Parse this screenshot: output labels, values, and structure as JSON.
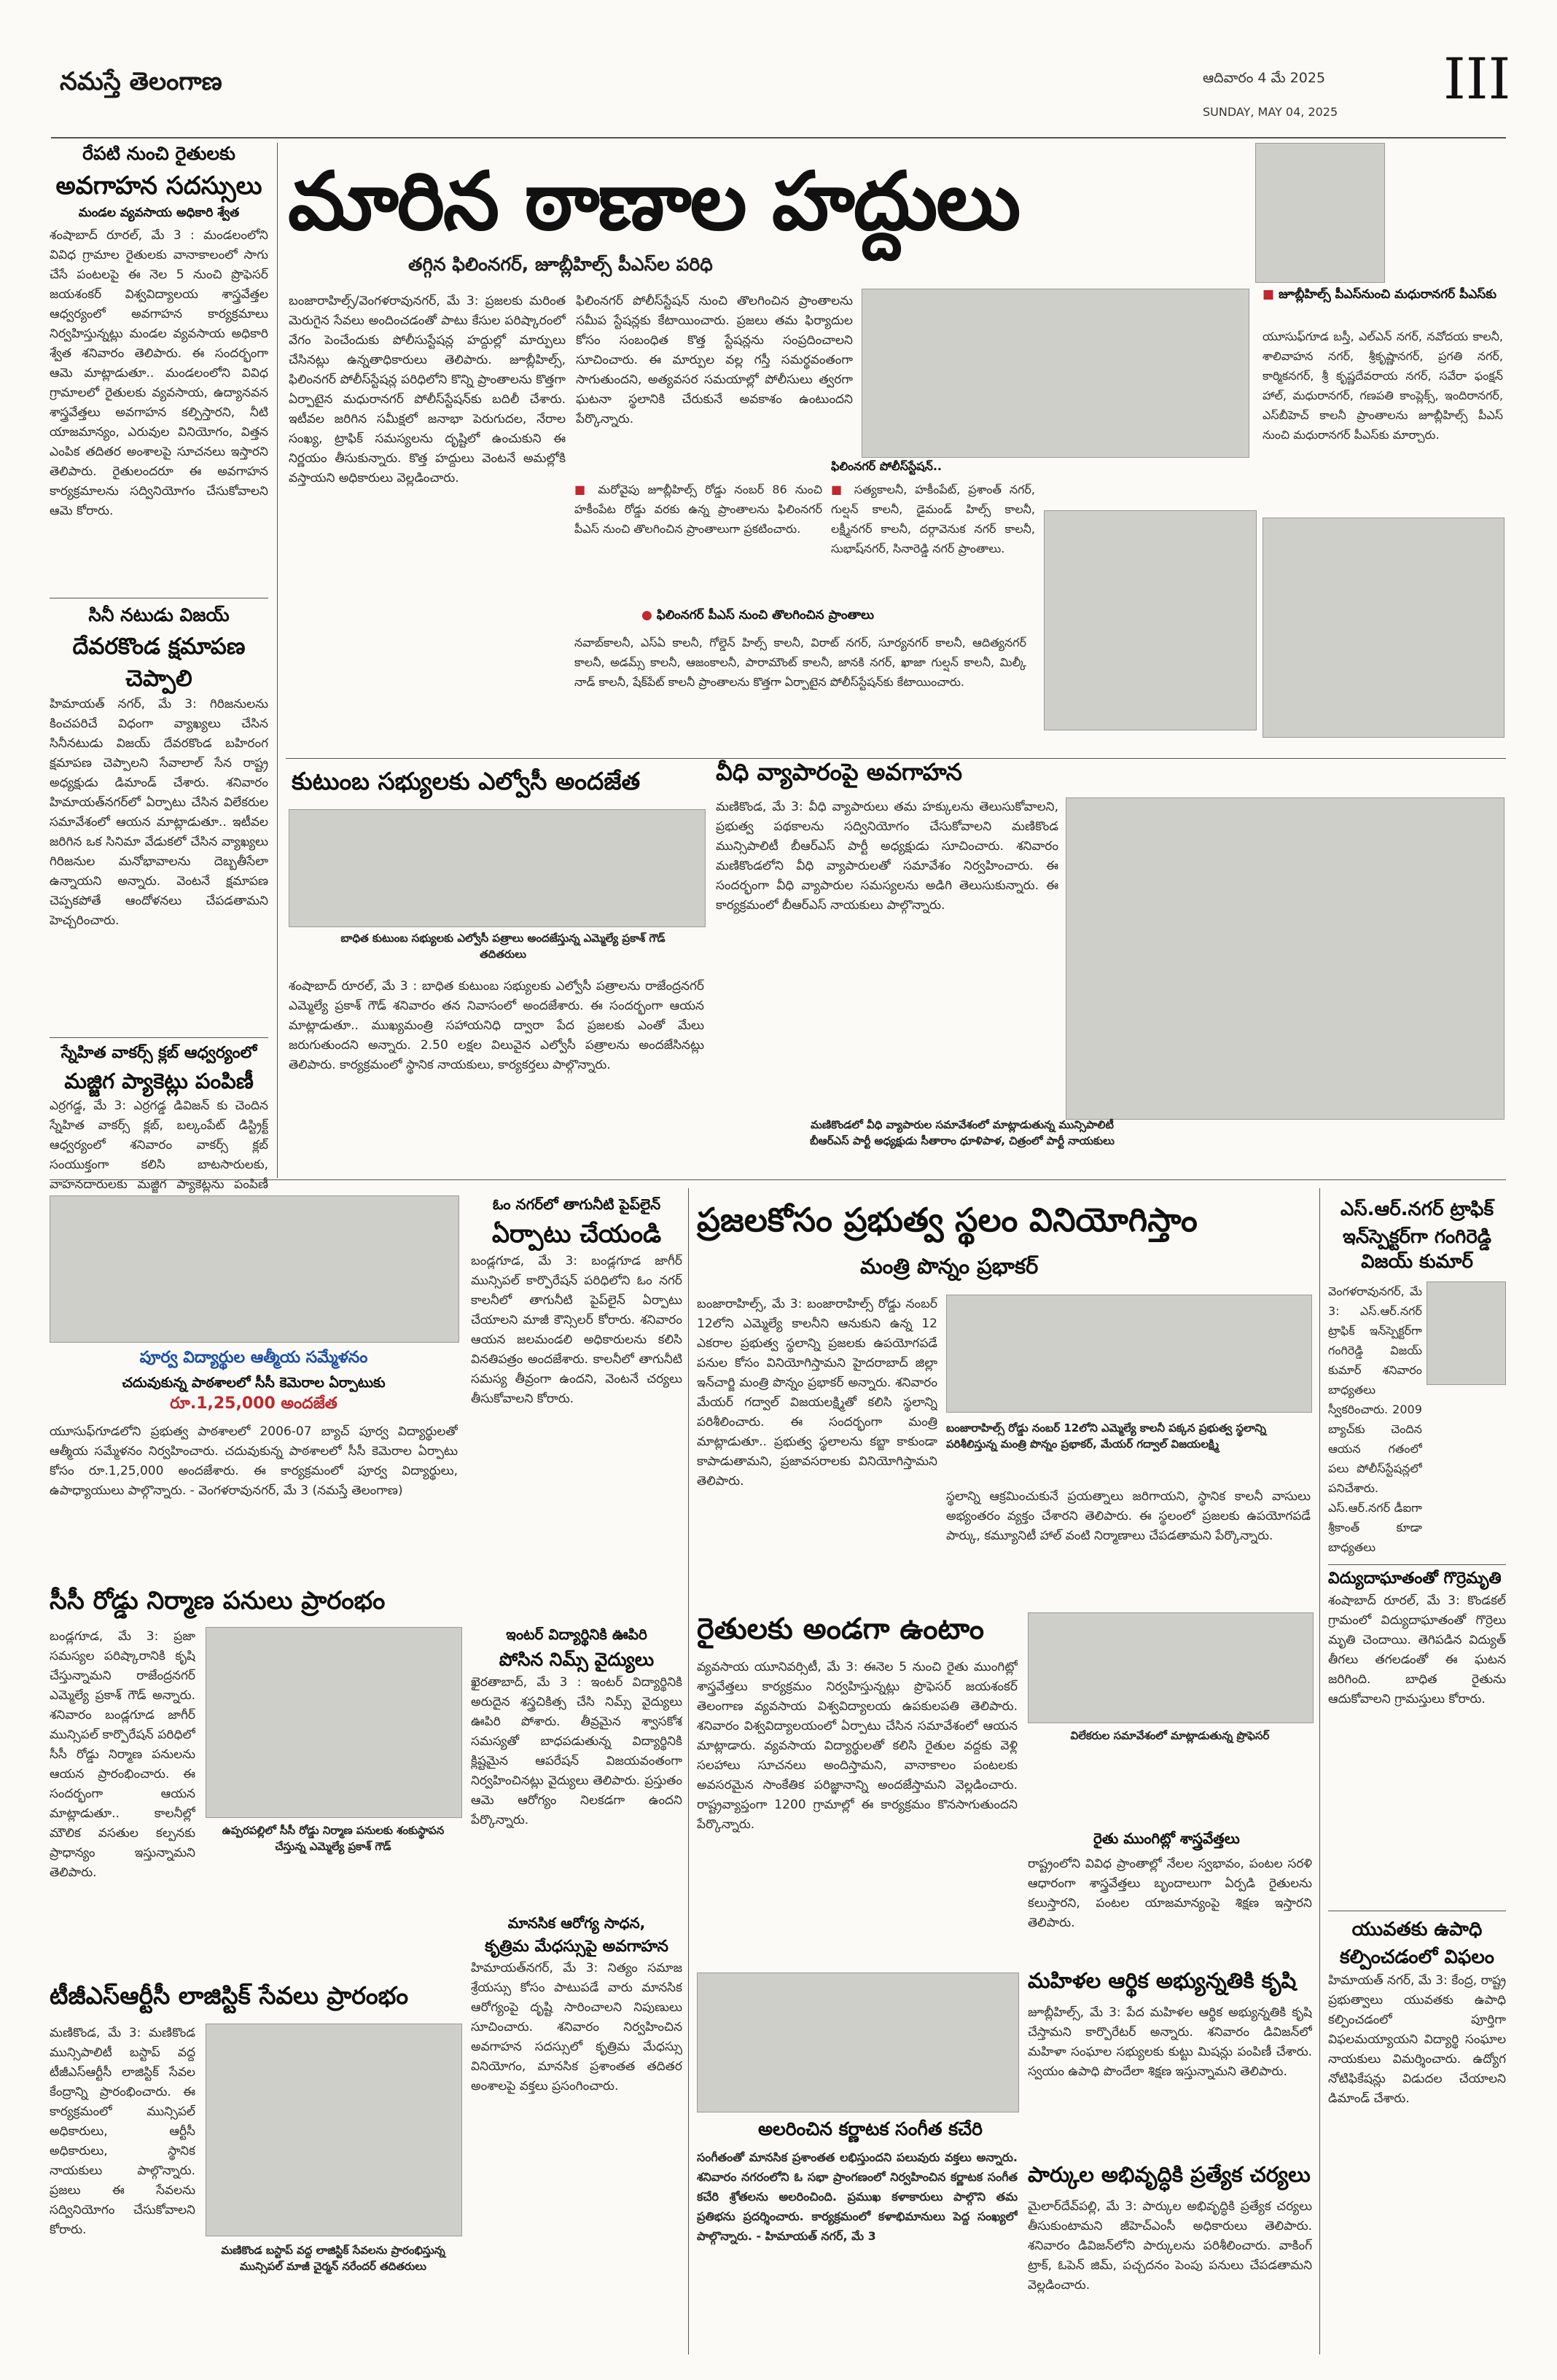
{
  "masthead": {
    "paper": "నమస్తే తెలంగాణ",
    "date_te": "ఆదివారం  4 మే 2025",
    "date_en": "SUNDAY, MAY 04, 2025",
    "page": "III"
  },
  "lead": {
    "headline": "మారిన ఠాణాల హద్దులు",
    "subhead": "తగ్గిన ఫిలింనగర్, జూబ్లీహిల్స్ పీఎస్‌ల పరిధి",
    "body": "బంజారాహిల్స్/వెంగళరావునగర్, మే 3: ప్రజలకు మరింత మెరుగైన సేవలు అందించడంతో పాటు కేసుల పరిష్కారంలో వేగం పెంచేందుకు పోలీసుస్టేషన్ల హద్దుల్లో మార్పులు చేసినట్లు ఉన్నతాధికారులు తెలిపారు. జూబ్లీహిల్స్, ఫిలింనగర్ పోలీస్‌స్టేషన్ల పరిధిలోని కొన్ని ప్రాంతాలను కొత్తగా ఏర్పాటైన మధురానగర్ పోలీస్‌స్టేషన్‌కు బదిలీ చేశారు. ఇటీవల జరిగిన సమీక్షలో జనాభా పెరుగుదల, నేరాల సంఖ్య, ట్రాఫిక్ సమస్యలను దృష్టిలో ఉంచుకుని ఈ నిర్ణయం తీసుకున్నారు. కొత్త హద్దులు వెంటనే అమల్లోకి వస్తాయని అధికారులు వెల్లడించారు.",
    "body2": "ఫిలింనగర్ పోలీస్‌స్టేషన్ నుంచి తొలగించిన ప్రాంతాలను సమీప స్టేషన్లకు కేటాయించారు. ప్రజలు తమ ఫిర్యాదుల కోసం సంబంధిత కొత్త స్టేషన్లను సంప్రదించాలని సూచించారు. ఈ మార్పుల వల్ల గస్తీ సమర్థవంతంగా సాగుతుందని, అత్యవసర సమయాల్లో పోలీసులు త్వరగా ఘటనా స్థలానికి చేరుకునే అవకాశం ఉంటుందని పేర్కొన్నారు.",
    "box_left_title": "ఫిలింనగర్ పోలీస్‌స్టేషన్..",
    "box_left": "మరోవైపు జూబ్లీహిల్స్ రోడ్డు నంబర్ 86 నుంచి హకీంపేట రోడ్డు వరకు ఉన్న ప్రాంతాలను ఫిలింనగర్ పీఎస్ నుంచి తొలగించిన ప్రాంతాలుగా ప్రకటించారు.",
    "box_mid": "సత్యకాలనీ, హకీంపేట్, ప్రశాంత్ నగర్, గుల్షన్ కాలనీ, డైమండ్ హిల్స్ కాలనీ, లక్ష్మీనగర్ కాలనీ, దర్గావెనుక నగర్ కాలనీ, సుభాష్‌నగర్, సినారెడ్డి నగర్ ప్రాంతాలు.",
    "box_mid2_title": "ఫిలింనగర్ పీఎస్ నుంచి తొలగించిన ప్రాంతాలు",
    "box_mid2": "నవాబ్‌కాలనీ, ఎస్‌ఏ కాలనీ, గోల్డెన్ హిల్స్ కాలనీ, విరాట్ నగర్, సూర్యనగర్ కాలనీ, ఆదిత్యనగర్ కాలనీ, అడమ్స్ కాలనీ, ఆజంకాలనీ, పారామౌంట్ కాలనీ, జానకి నగర్, ఖాజా గుల్షన్ కాలనీ, మిల్కీ నాడ్ కాలనీ, షేక్‌పేట్ కాలనీ ప్రాంతాలను కొత్తగా ఏర్పాటైన పోలీస్‌స్టేషన్‌కు కేటాయించారు.",
    "box_right_title": "జూబ్లీహిల్స్ పీఎస్‌నుంచి మధురానగర్ పీఎస్‌కు",
    "box_right": "యూసుఫ్‌గూడ బస్తీ, ఎల్ఎన్ నగర్, నవోదయ కాలనీ, శాలివాహన నగర్, శ్రీకృష్ణానగర్, ప్రగతి నగర్, కార్మికనగర్, శ్రీ కృష్ణదేవరాయ నగర్, సవేరా ఫంక్షన్ హాల్, మధురానగర్, గణపతి కాంప్లెక్స్, ఇందిరానగర్, ఎస్‌బీహెచ్ కాలనీ ప్రాంతాలను జూబ్లీహిల్స్ పీఎస్ నుంచి మధురానగర్ పీఎస్‌కు మార్చారు."
  },
  "left_column": [
    {
      "kicker": "రేపటి నుంచి రైతులకు",
      "head": "అవగాహన సదస్సులు",
      "sub": "మండల వ్యవసాయ అధికారి శ్వేత",
      "body": "శంషాబాద్ రూరల్, మే 3 : మండలంలోని వివిధ గ్రామాల రైతులకు వానాకాలంలో సాగు చేసే పంటలపై ఈ నెల 5 నుంచి ప్రొఫెసర్ జయశంకర్ విశ్వవిద్యాలయ శాస్త్రవేత్తల ఆధ్వర్యంలో అవగాహన కార్యక్రమాలు నిర్వహిస్తున్నట్లు మండల వ్యవసాయ అధికారి శ్వేత శనివారం తెలిపారు. ఈ సందర్భంగా ఆమె మాట్లాడుతూ.. మండలంలోని వివిధ గ్రామాలలో రైతులకు వ్యవసాయ, ఉద్యానవన శాస్త్రవేత్తలు అవగాహన కల్పిస్తారని, నీటి యాజమాన్యం, ఎరువుల వినియోగం, విత్తన ఎంపిక తదితర అంశాలపై సూచనలు ఇస్తారని తెలిపారు. రైతులందరూ ఈ అవగాహన కార్యక్రమాలను సద్వినియోగం చేసుకోవాలని ఆమె కోరారు."
    },
    {
      "kicker": "సినీ నటుడు విజయ్",
      "head": "దేవరకొండ క్షమాపణ చెప్పాలి",
      "body": "హిమాయత్ నగర్, మే 3: గిరిజనులను కించపరిచే విధంగా వ్యాఖ్యలు చేసిన సినీనటుడు విజయ్ దేవరకొండ బహిరంగ క్షమాపణ చెప్పాలని సేవాలాల్ సేన రాష్ట్ర అధ్యక్షుడు డిమాండ్ చేశారు. శనివారం హిమాయత్‌నగర్‌లో ఏర్పాటు చేసిన విలేకరుల సమావేశంలో ఆయన మాట్లాడుతూ.. ఇటీవల జరిగిన ఒక సినిమా వేడుకలో చేసిన వ్యాఖ్యలు గిరిజనుల మనోభావాలను దెబ్బతీసేలా ఉన్నాయని అన్నారు. వెంటనే క్షమాపణ చెప్పకపోతే ఆందోళనలు చేపడతామని హెచ్చరించారు."
    },
    {
      "kicker": "స్నేహిత వాకర్స్ క్లబ్ ఆధ్వర్యంలో",
      "head": "మజ్జిగ ప్యాకెట్లు పంపిణీ",
      "body": "ఎర్రగడ్డ, మే 3: ఎర్రగడ్డ డివిజన్ కు చెందిన స్నేహిత వాకర్స్ క్లబ్, బల్కంపేట్ డిస్ట్రిక్ట్ ఆధ్వర్యంలో శనివారం వాకర్స్ క్లబ్ సంయుక్తంగా కలిసి బాటసారులకు, వాహనదారులకు మజ్జిగ ప్యాకెట్లను పంపిణీ చేశారు. ఈ కార్యక్రమంలో క్లబ్ సభ్యులు, స్థానిక నాయకులు పాల్గొన్నారు. వేసవి తాపం నుంచి ఉపశమనం కలిగించేందుకు ఈ కార్యక్రమాన్ని చేపట్టినట్లు నిర్వాహకులు తెలిపారు."
    }
  ],
  "kutumba": {
    "head": "కుటుంబ సభ్యులకు ఎల్వోసీ అందజేత",
    "caption": "బాధిత కుటుంబ సభ్యులకు ఎల్వోసీ పత్రాలు అందజేస్తున్న ఎమ్మెల్యే ప్రకాశ్ గౌడ్ తదితరులు",
    "body": "శంషాబాద్ రూరల్, మే 3 : బాధిత కుటుంబ సభ్యులకు ఎల్వోసీ పత్రాలను రాజేంద్రనగర్ ఎమ్మెల్యే ప్రకాశ్ గౌడ్ శనివారం తన నివాసంలో అందజేశారు. ఈ సందర్భంగా ఆయన మాట్లాడుతూ.. ముఖ్యమంత్రి సహాయనిధి ద్వారా పేద ప్రజలకు ఎంతో మేలు జరుగుతుందని అన్నారు. 2.50 లక్షల విలువైన ఎల్వోసీ పత్రాలను అందజేసినట్లు తెలిపారు. కార్యక్రమంలో స్థానిక నాయకులు, కార్యకర్తలు పాల్గొన్నారు."
  },
  "vendor": {
    "head": "వీధి వ్యాపారంపై అవగాహన",
    "body": "మణికొండ, మే 3: వీధి వ్యాపారులు తమ హక్కులను తెలుసుకోవాలని, ప్రభుత్వ పథకాలను సద్వినియోగం చేసుకోవాలని మణికొండ మున్సిపాలిటీ బీఆర్ఎస్ పార్టీ అధ్యక్షుడు సూచించారు. శనివారం మణికొండలోని వీధి వ్యాపారులతో సమావేశం నిర్వహించారు. ఈ సందర్భంగా వీధి వ్యాపారుల సమస్యలను అడిగి తెలుసుకున్నారు. ఈ కార్యక్రమంలో బీఆర్ఎస్ నాయకులు పాల్గొన్నారు.",
    "caption": "మణికొండలో వీధి వ్యాపారుల సమావేశంలో మాట్లాడుతున్న మున్సిపాలిటీ బీఆర్ఎస్ పార్టీ అధ్యక్షుడు సీతారాం ధూళిపాళ, చిత్రంలో పార్టీ నాయకులు"
  },
  "om_nagar": {
    "kicker": "ఓం నగర్‌లో తాగునీటి పైప్‌లైన్",
    "head": "ఏర్పాటు చేయండి",
    "body": "బండ్లగూడ, మే 3: బండ్లగూడ జాగీర్ మున్సిపల్ కార్పొరేషన్ పరిధిలోని ఓం నగర్ కాలనీలో తాగునీటి పైప్‌లైన్ ఏర్పాటు చేయాలని మాజీ కౌన్సిలర్ కోరారు. శనివారం ఆయన జలమండలి అధికారులను కలిసి వినతిపత్రం అందజేశారు. కాలనీలో తాగునీటి సమస్య తీవ్రంగా ఉందని, వెంటనే చర్యలు తీసుకోవాలని కోరారు."
  },
  "inter": {
    "kicker": "ఇంటర్ విద్యార్థినికి ఊపిరి",
    "head": "పోసిన నిమ్స్ వైద్యులు",
    "body": "ఖైరతాబాద్, మే 3 : ఇంటర్ విద్యార్థినికి అరుదైన శస్త్రచికిత్స చేసి నిమ్స్ వైద్యులు ఊపిరి పోశారు. తీవ్రమైన శ్వాసకోశ సమస్యతో బాధపడుతున్న విద్యార్థినికి క్లిష్టమైన ఆపరేషన్ విజయవంతంగా నిర్వహించినట్లు వైద్యులు తెలిపారు. ప్రస్తుతం ఆమె ఆరోగ్యం నిలకడగా ఉందని పేర్కొన్నారు."
  },
  "manasika": {
    "kicker": "మానసిక ఆరోగ్య సాధన,",
    "head": "కృత్రిమ మేధస్సుపై అవగాహన",
    "body": "హిమాయత్‌నగర్, మే 3: నిత్యం సమాజ శ్రేయస్సు కోసం పాటుపడే వారు మానసిక ఆరోగ్యంపై దృష్టి సారించాలని నిపుణులు సూచించారు. శనివారం నిర్వహించిన అవగాహన సదస్సులో కృత్రిమ మేధస్సు వినియోగం, మానసిక ప్రశాంతత తదితర అంశాలపై వక్తలు ప్రసంగించారు."
  },
  "praja": {
    "head": "ప్రజలకోసం ప్రభుత్వ స్థలం వినియోగిస్తాం",
    "sub": "మంత్రి పొన్నం ప్రభాకర్",
    "body": "బంజారాహిల్స్, మే 3: బంజారాహిల్స్ రోడ్డు నంబర్ 12లోని ఎమ్మెల్యే కాలనీని ఆనుకుని ఉన్న 12 ఎకరాల ప్రభుత్వ స్థలాన్ని ప్రజలకు ఉపయోగపడే పనుల కోసం వినియోగిస్తామని హైదరాబాద్ జిల్లా ఇన్‌చార్జి మంత్రి పొన్నం ప్రభాకర్ అన్నారు. శనివారం మేయర్ గద్వాల్ విజయలక్ష్మితో కలిసి స్థలాన్ని పరిశీలించారు. ఈ సందర్భంగా మంత్రి మాట్లాడుతూ.. ప్రభుత్వ స్థలాలను కబ్జా కాకుండా కాపాడుతామని, ప్రజావసరాలకు వినియోగిస్తామని తెలిపారు.",
    "caption": "బంజారాహిల్స్ రోడ్డు నంబర్ 12లోని ఎమ్మెల్యే కాలనీ పక్కన ప్రభుత్వ స్థలాన్ని పరిశీలిస్తున్న మంత్రి పొన్నం ప్రభాకర్, మేయర్ గద్వాల్ విజయలక్ష్మి",
    "body2": "స్థలాన్ని ఆక్రమించుకునే ప్రయత్నాలు జరిగాయని, స్థానిక కాలనీ వాసులు అభ్యంతరం వ్యక్తం చేశారని తెలిపారు. ఈ స్థలంలో ప్రజలకు ఉపయోగపడే పార్కు, కమ్యూనిటీ హాల్ వంటి నిర్మాణాలు చేపడతామని పేర్కొన్నారు."
  },
  "rythu": {
    "head": "రైతులకు అండగా ఉంటాం",
    "body": "వ్యవసాయ యూనివర్సిటీ, మే 3: ఈనెల 5 నుంచి రైతు ముంగిట్లో శాస్త్రవేత్తలు కార్యక్రమం నిర్వహిస్తున్నట్లు ప్రొఫెసర్ జయశంకర్ తెలంగాణ వ్యవసాయ విశ్వవిద్యాలయ ఉపకులపతి తెలిపారు. శనివారం విశ్వవిద్యాలయంలో ఏర్పాటు చేసిన సమావేశంలో ఆయన మాట్లాడారు. వ్యవసాయ విద్యార్థులతో కలిసి రైతుల వద్దకు వెళ్లి సలహాలు సూచనలు అందిస్తామని, వానాకాలం పంటలకు అవసరమైన సాంకేతిక పరిజ్ఞానాన్ని అందజేస్తామని వెల్లడించారు. రాష్ట్రవ్యాప్తంగా 1200 గ్రామాల్లో ఈ కార్యక్రమం కొనసాగుతుందని పేర్కొన్నారు.",
    "caption": "విలేకరుల సమావేశంలో మాట్లాడుతున్న ప్రొఫెసర్",
    "sub2": "రైతు ముంగిట్లో శాస్త్రవేత్తలు",
    "body2": "రాష్ట్రంలోని వివిధ ప్రాంతాల్లో నేలల స్వభావం, పంటల సరళి ఆధారంగా శాస్త్రవేత్తలు బృందాలుగా ఏర్పడి రైతులను కలుస్తారని, పంటల యాజమాన్యంపై శిక్షణ ఇస్తారని తెలిపారు."
  },
  "sisi": {
    "head": "సీసీ రోడ్డు నిర్మాణ పనులు ప్రారంభం",
    "body": "బండ్లగూడ, మే 3: ప్రజా సమస్యల పరిష్కారానికి కృషి చేస్తున్నామని రాజేంద్రనగర్ ఎమ్మెల్యే ప్రకాశ్ గౌడ్ అన్నారు. శనివారం బండ్లగూడ జాగీర్ మున్సిపల్ కార్పొరేషన్ పరిధిలో సీసీ రోడ్డు నిర్మాణ పనులను ఆయన ప్రారంభించారు. ఈ సందర్భంగా ఆయన మాట్లాడుతూ.. కాలనీల్లో మౌలిక వసతుల కల్పనకు ప్రాధాన్యం ఇస్తున్నామని తెలిపారు.",
    "caption": "ఉప్పరపల్లిలో సీసీ రోడ్డు నిర్మాణ పనులకు శంకుస్థాపన చేస్తున్న ఎమ్మెల్యే ప్రకాశ్ గౌడ్"
  },
  "tgsrtc": {
    "head": "టీజీఎస్ఆర్టీసీ లాజిస్టిక్ సేవలు ప్రారంభం",
    "body": "మణికొండ, మే 3: మణికొండ మున్సిపాలిటీ బస్టాప్ వద్ద టీజీఎస్ఆర్టీసీ లాజిస్టిక్ సేవల కేంద్రాన్ని ప్రారంభించారు. ఈ కార్యక్రమంలో మున్సిపల్ అధికారులు, ఆర్టీసీ అధికారులు, స్థానిక నాయకులు పాల్గొన్నారు. ప్రజలు ఈ సేవలను సద్వినియోగం చేసుకోవాలని కోరారు.",
    "caption": "మణికొండ బస్టాప్ వద్ద లాజిస్టిక్ సేవలను ప్రారంభిస్తున్న మున్సిపల్ మాజీ చైర్మన్ నరేందర్ తదితరులు"
  },
  "alumni": {
    "line1": "పూర్వ విద్యార్థుల ఆత్మీయ సమ్మేళనం",
    "line2": "చదువుకున్న పాఠశాలలో సీసీ కెమెరాల ఏర్పాటుకు",
    "line3": "రూ.1,25,000 అందజేత",
    "body": "యూసుఫ్‌గూడలోని ప్రభుత్వ పాఠశాలలో 2006-07 బ్యాచ్ పూర్వ విద్యార్థులతో ఆత్మీయ సమ్మేళనం నిర్వహించారు. చదువుకున్న పాఠశాలలో సీసీ కెమెరాల ఏర్పాటు కోసం రూ.1,25,000 అందజేశారు. ఈ కార్యక్రమంలో పూర్వ విద్యార్థులు, ఉపాధ్యాయులు పాల్గొన్నారు. - వెంగళరావునగర్, మే 3 (నమస్తే తెలంగాణ)"
  },
  "karnataka": {
    "head": "అలరించిన కర్ణాటక సంగీత కచేరి",
    "body": "సంగీతంతో మానసిక ప్రశాంతత లభిస్తుందని పలువురు వక్తలు అన్నారు. శనివారం నగరంలోని ఓ సభా ప్రాంగణంలో నిర్వహించిన కర్ణాటక సంగీత కచేరి శ్రోతలను అలరించింది. ప్రముఖ కళాకారులు పాల్గొని తమ ప్రతిభను ప్రదర్శించారు. కార్యక్రమంలో కళాభిమానులు పెద్ద సంఖ్యలో పాల్గొన్నారు. - హిమాయత్ నగర్, మే 3"
  },
  "sr_nagar": {
    "head": "ఎస్.ఆర్.నగర్ ట్రాఫిక్ ఇన్‌స్పెక్టర్‌గా గంగిరెడ్డి",
    "sub": "విజయ్ కుమార్",
    "body": "వెంగళరావునగర్, మే 3: ఎస్.ఆర్.నగర్ ట్రాఫిక్ ఇన్‌స్పెక్టర్‌గా గంగిరెడ్డి విజయ్ కుమార్ శనివారం బాధ్యతలు స్వీకరించారు. 2009 బ్యాచ్‌కు చెందిన ఆయన గతంలో పలు పోలీస్‌స్టేషన్లలో పనిచేశారు. ఎస్.ఆర్.నగర్ డీఐగా శ్రీకాంత్ కూడా బాధ్యతలు స్వీకరించారు."
  },
  "vidyut": {
    "head": "విద్యుదాఘాతంతో గొర్రెమృతి",
    "body": "శంషాబాద్ రూరల్, మే 3: కొండకల్ గ్రామంలో విద్యుదాఘాతంతో గొర్రెలు మృతి చెందాయి. తెగిపడిన విద్యుత్ తీగలు తగలడంతో ఈ ఘటన జరిగింది. బాధిత రైతును ఆదుకోవాలని గ్రామస్తులు కోరారు."
  },
  "yuvatha": {
    "head": "యువతకు ఉపాధి కల్పించడంలో విఫలం",
    "body": "హిమాయత్ నగర్, మే 3: కేంద్ర, రాష్ట్ర ప్రభుత్వాలు యువతకు ఉపాధి కల్పించడంలో పూర్తిగా విఫలమయ్యాయని విద్యార్థి సంఘాల నాయకులు విమర్శించారు. ఉద్యోగ నోటిఫికేషన్లు విడుదల చేయాలని డిమాండ్ చేశారు."
  },
  "mahila": {
    "head": "మహిళల ఆర్థిక అభ్యున్నతికి కృషి",
    "body": "జూబ్లీహిల్స్, మే 3: పేద మహిళల ఆర్థిక అభ్యున్నతికి కృషి చేస్తామని కార్పొరేటర్ అన్నారు. శనివారం డివిజన్‌లో మహిళా సంఘాల సభ్యులకు కుట్టు మిషన్లు పంపిణీ చేశారు. స్వయం ఉపాధి పొందేలా శిక్షణ ఇస్తున్నామని తెలిపారు."
  },
  "parks": {
    "head": "పార్కుల అభివృద్ధికి ప్రత్యేక చర్యలు",
    "body": "మైలార్‌దేవ్‌పల్లి, మే 3: పార్కుల అభివృద్ధికి ప్రత్యేక చర్యలు తీసుకుంటామని జీహెచ్ఎంసీ అధికారులు తెలిపారు. శనివారం డివిజన్‌లోని పార్కులను పరిశీలించారు. వాకింగ్ ట్రాక్, ఓపెన్ జిమ్, పచ్చదనం పెంపు పనులు చేపడతామని వెల్లడించారు."
  }
}
